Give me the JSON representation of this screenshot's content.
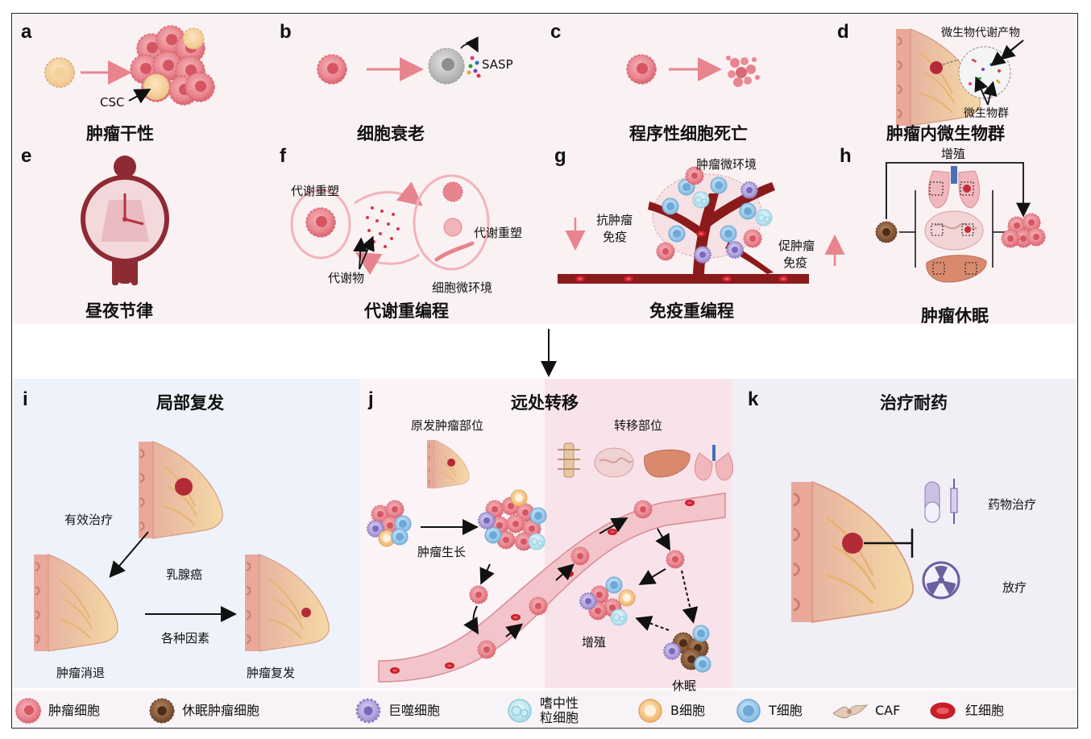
{
  "panels": {
    "a": {
      "letter": "a",
      "title": "肿瘤干性",
      "csc": "CSC"
    },
    "b": {
      "letter": "b",
      "title": "细胞衰老",
      "sasp": "SASP"
    },
    "c": {
      "letter": "c",
      "title": "程序性细胞死亡"
    },
    "d": {
      "letter": "d",
      "title": "肿瘤内微生物群",
      "metabolites": "微生物代谢产物",
      "microbiota": "微生物群"
    },
    "e": {
      "letter": "e",
      "title": "昼夜节律"
    },
    "f": {
      "letter": "f",
      "title": "代谢重编程",
      "remodel1": "代谢重塑",
      "remodel2": "代谢重塑",
      "metabolite": "代谢物",
      "microenv": "细胞微环境"
    },
    "g": {
      "letter": "g",
      "title": "免疫重编程",
      "tme": "肿瘤微环境",
      "anti_1": "抗肿瘤",
      "anti_2": "免疫",
      "pro_1": "促肿瘤",
      "pro_2": "免疫"
    },
    "h": {
      "letter": "h",
      "title": "肿瘤休眠",
      "proliferate": "增殖"
    },
    "i": {
      "letter": "i",
      "title": "局部复发",
      "effective": "有效治疗",
      "breast_cancer": "乳腺癌",
      "factors": "各种因素",
      "regression": "肿瘤消退",
      "recurrence": "肿瘤复发"
    },
    "j": {
      "letter": "j",
      "title": "远处转移",
      "primary_site": "原发肿瘤部位",
      "metastatic_site": "转移部位",
      "growth": "肿瘤生长",
      "proliferation": "增殖",
      "dormancy": "休眠"
    },
    "k": {
      "letter": "k",
      "title": "治疗耐药",
      "drug": "药物治疗",
      "radio": "放疗"
    }
  },
  "legend": [
    {
      "label": "肿瘤细胞",
      "icon": "tumor-cell-icon",
      "color": "#e8848e"
    },
    {
      "label": "休眠肿瘤细胞",
      "icon": "dormant-cell-icon",
      "color": "#8a5a3c"
    },
    {
      "label": "巨噬细胞",
      "icon": "macrophage-icon",
      "color": "#a99ad6"
    },
    {
      "label": "嗜中性\n粒细胞",
      "icon": "neutrophil-icon",
      "color": "#bfe6f0"
    },
    {
      "label": "B细胞",
      "icon": "b-cell-icon",
      "color": "#f5c98c"
    },
    {
      "label": "T细胞",
      "icon": "t-cell-icon",
      "color": "#8fc4e8"
    },
    {
      "label": "CAF",
      "icon": "caf-icon",
      "color": "#e3cbb8"
    },
    {
      "label": "红细胞",
      "icon": "red-blood-cell-icon",
      "color": "#c81e2a"
    }
  ],
  "colors": {
    "tumor": "#e8848e",
    "vessel": "#8b1a1a",
    "accent_arrow": "#e8848e",
    "panel_top": "#faf1f3",
    "panel_i": "#eef3fb",
    "panel_j_left": "#fbf3f6",
    "panel_j_right": "#f9e3ea",
    "panel_k": "#f1eef6"
  }
}
